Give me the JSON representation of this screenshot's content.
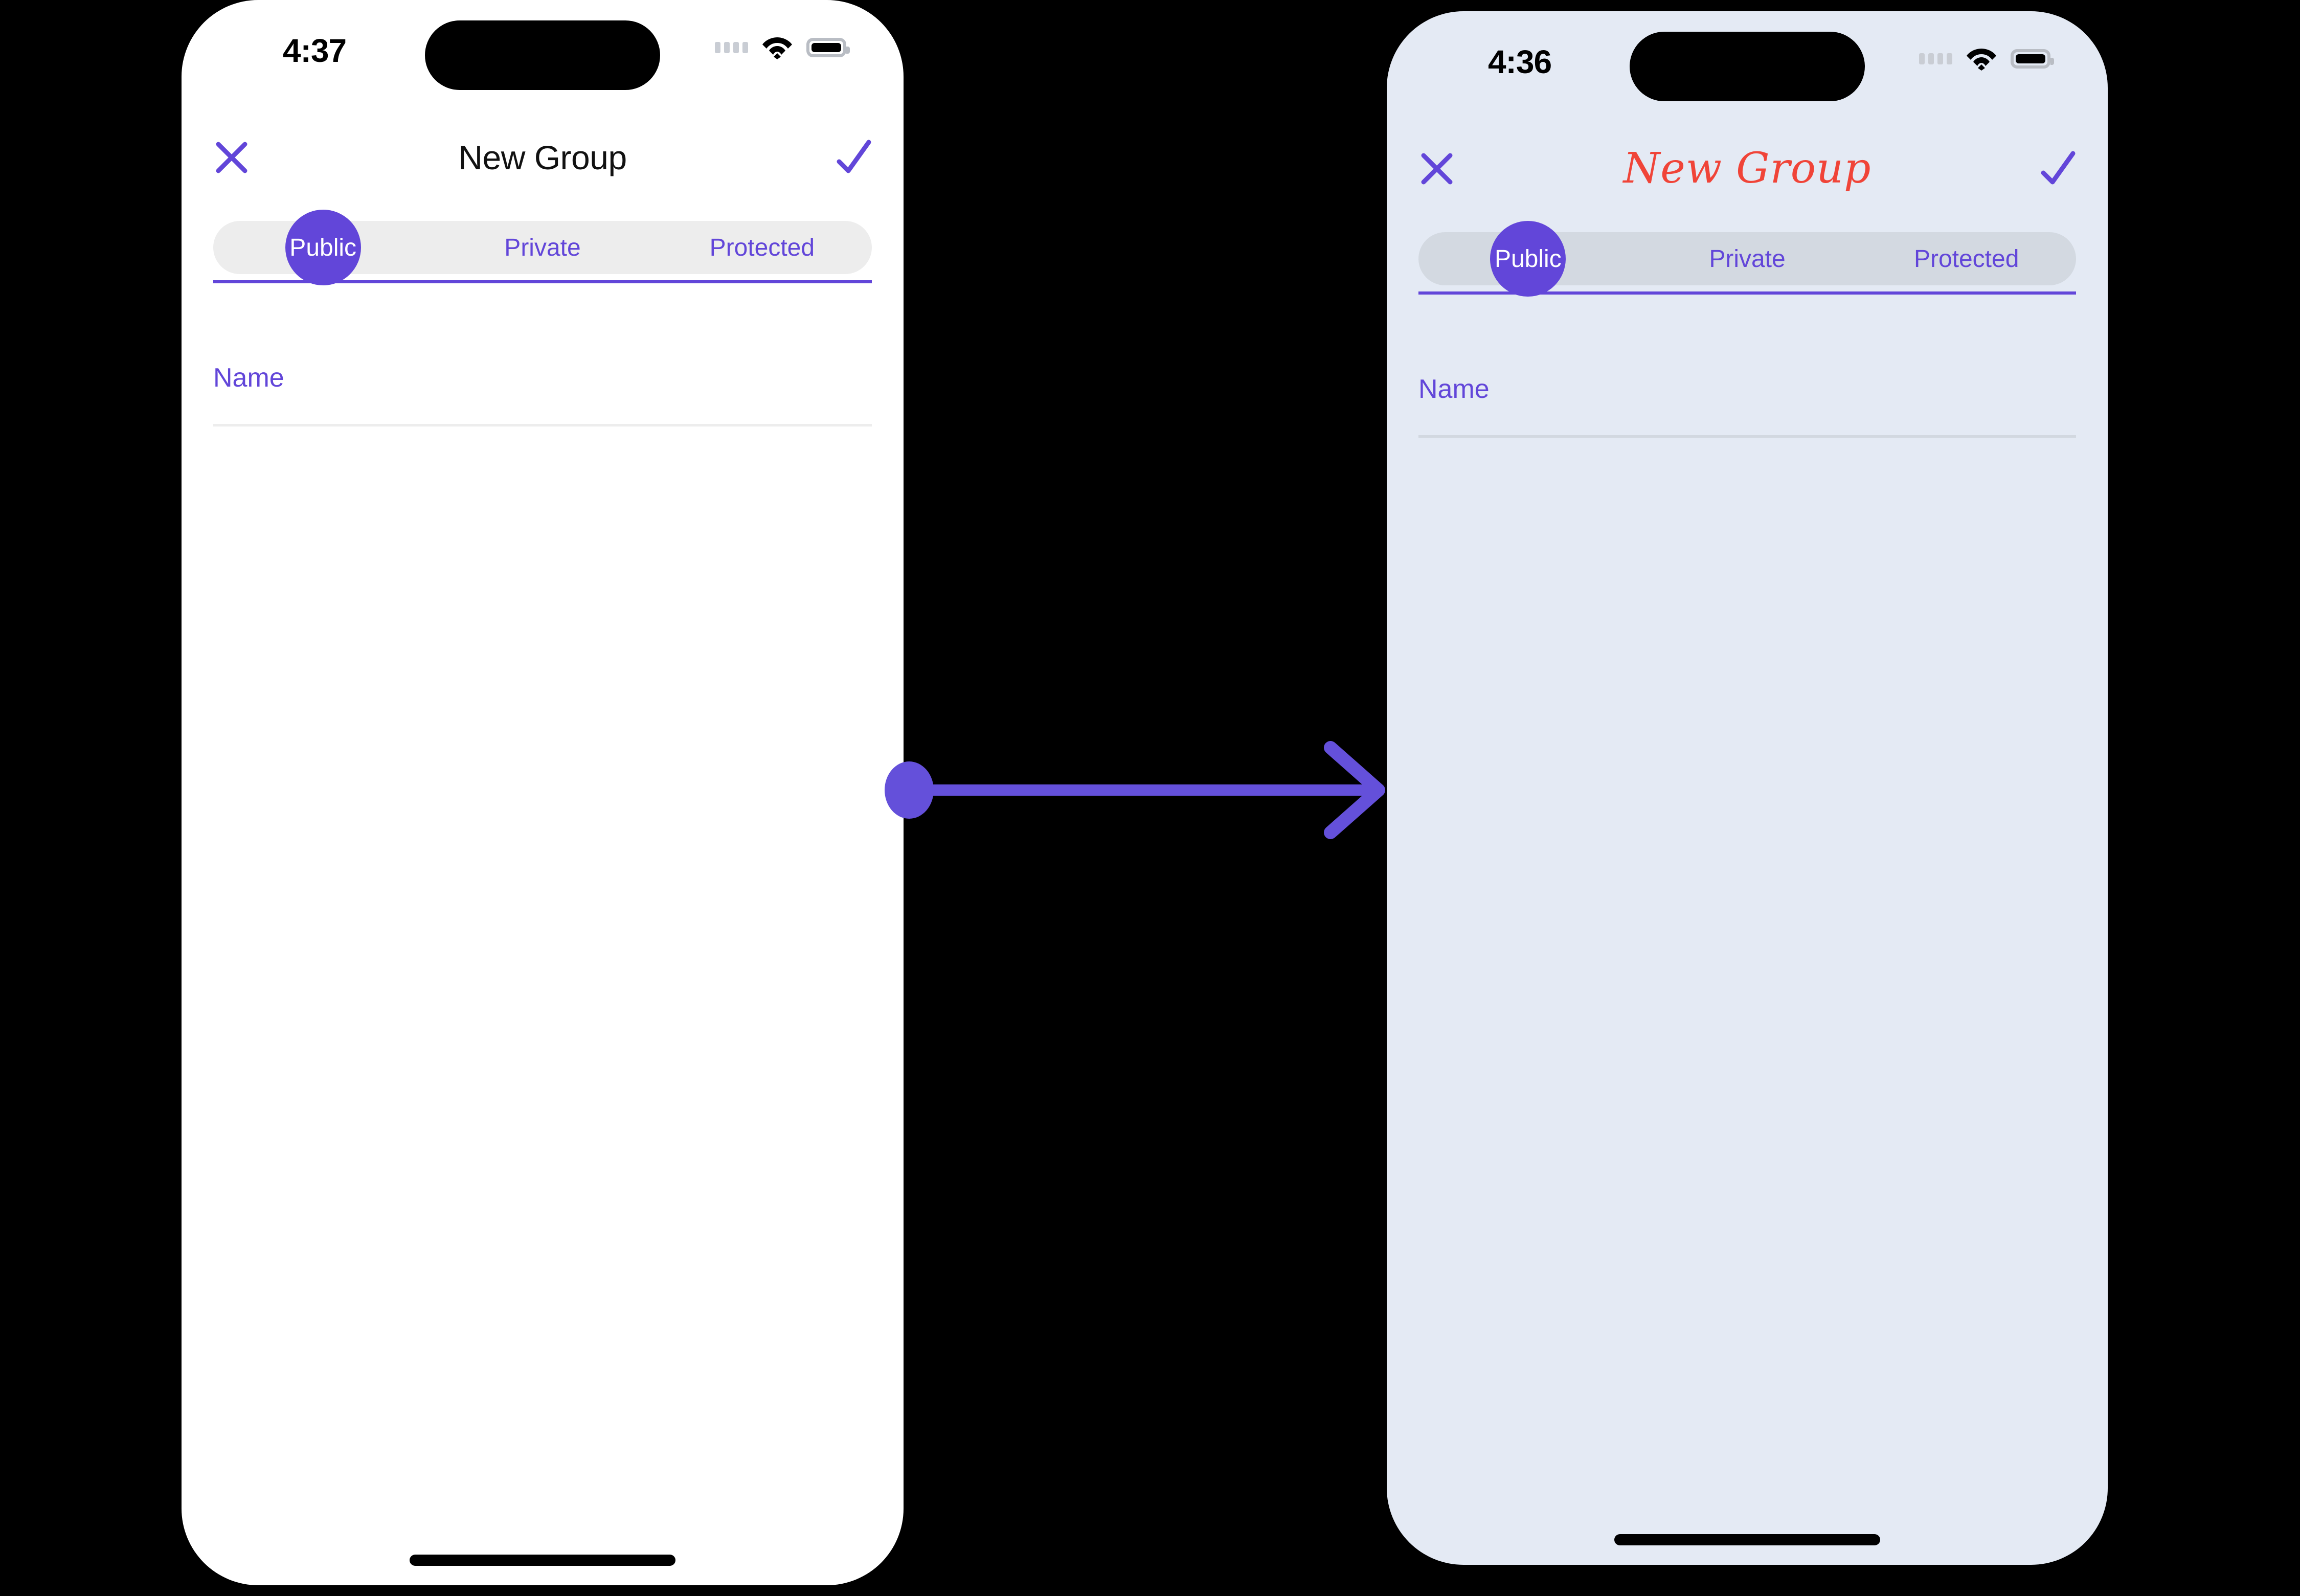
{
  "theme": {
    "accent_purple": "#6246D9",
    "title_red": "#F04438",
    "left_background": "#FFFFFF",
    "right_background": "#E4EAF4",
    "left_segment_track": "#EDEDED",
    "right_segment_track": "#D3D9E1",
    "canvas_background": "#000000"
  },
  "connector": {
    "name": "transition-arrow",
    "direction": "left-to-right",
    "color": "#6450DA"
  },
  "screens": [
    {
      "id": "before",
      "status_bar": {
        "time": "4:37",
        "signal_icon": "signal-dots-icon",
        "wifi_icon": "wifi-icon",
        "battery_icon": "battery-icon"
      },
      "nav": {
        "close_icon": "close-icon",
        "title": "New Group",
        "title_style": "plain",
        "done_icon": "check-icon"
      },
      "segmented_control": {
        "options": [
          {
            "label": "Public",
            "selected": true
          },
          {
            "label": "Private",
            "selected": false
          },
          {
            "label": "Protected",
            "selected": false
          }
        ]
      },
      "form": {
        "name_field": {
          "label": "Name",
          "placeholder": "Name",
          "value": ""
        }
      },
      "home_indicator": "home-indicator"
    },
    {
      "id": "after",
      "status_bar": {
        "time": "4:36",
        "signal_icon": "signal-dots-icon",
        "wifi_icon": "wifi-icon",
        "battery_icon": "battery-icon"
      },
      "nav": {
        "close_icon": "close-icon",
        "title": "New Group",
        "title_style": "script-red",
        "done_icon": "check-icon"
      },
      "segmented_control": {
        "options": [
          {
            "label": "Public",
            "selected": true
          },
          {
            "label": "Private",
            "selected": false
          },
          {
            "label": "Protected",
            "selected": false
          }
        ]
      },
      "form": {
        "name_field": {
          "label": "Name",
          "placeholder": "Name",
          "value": ""
        }
      },
      "home_indicator": "home-indicator"
    }
  ]
}
